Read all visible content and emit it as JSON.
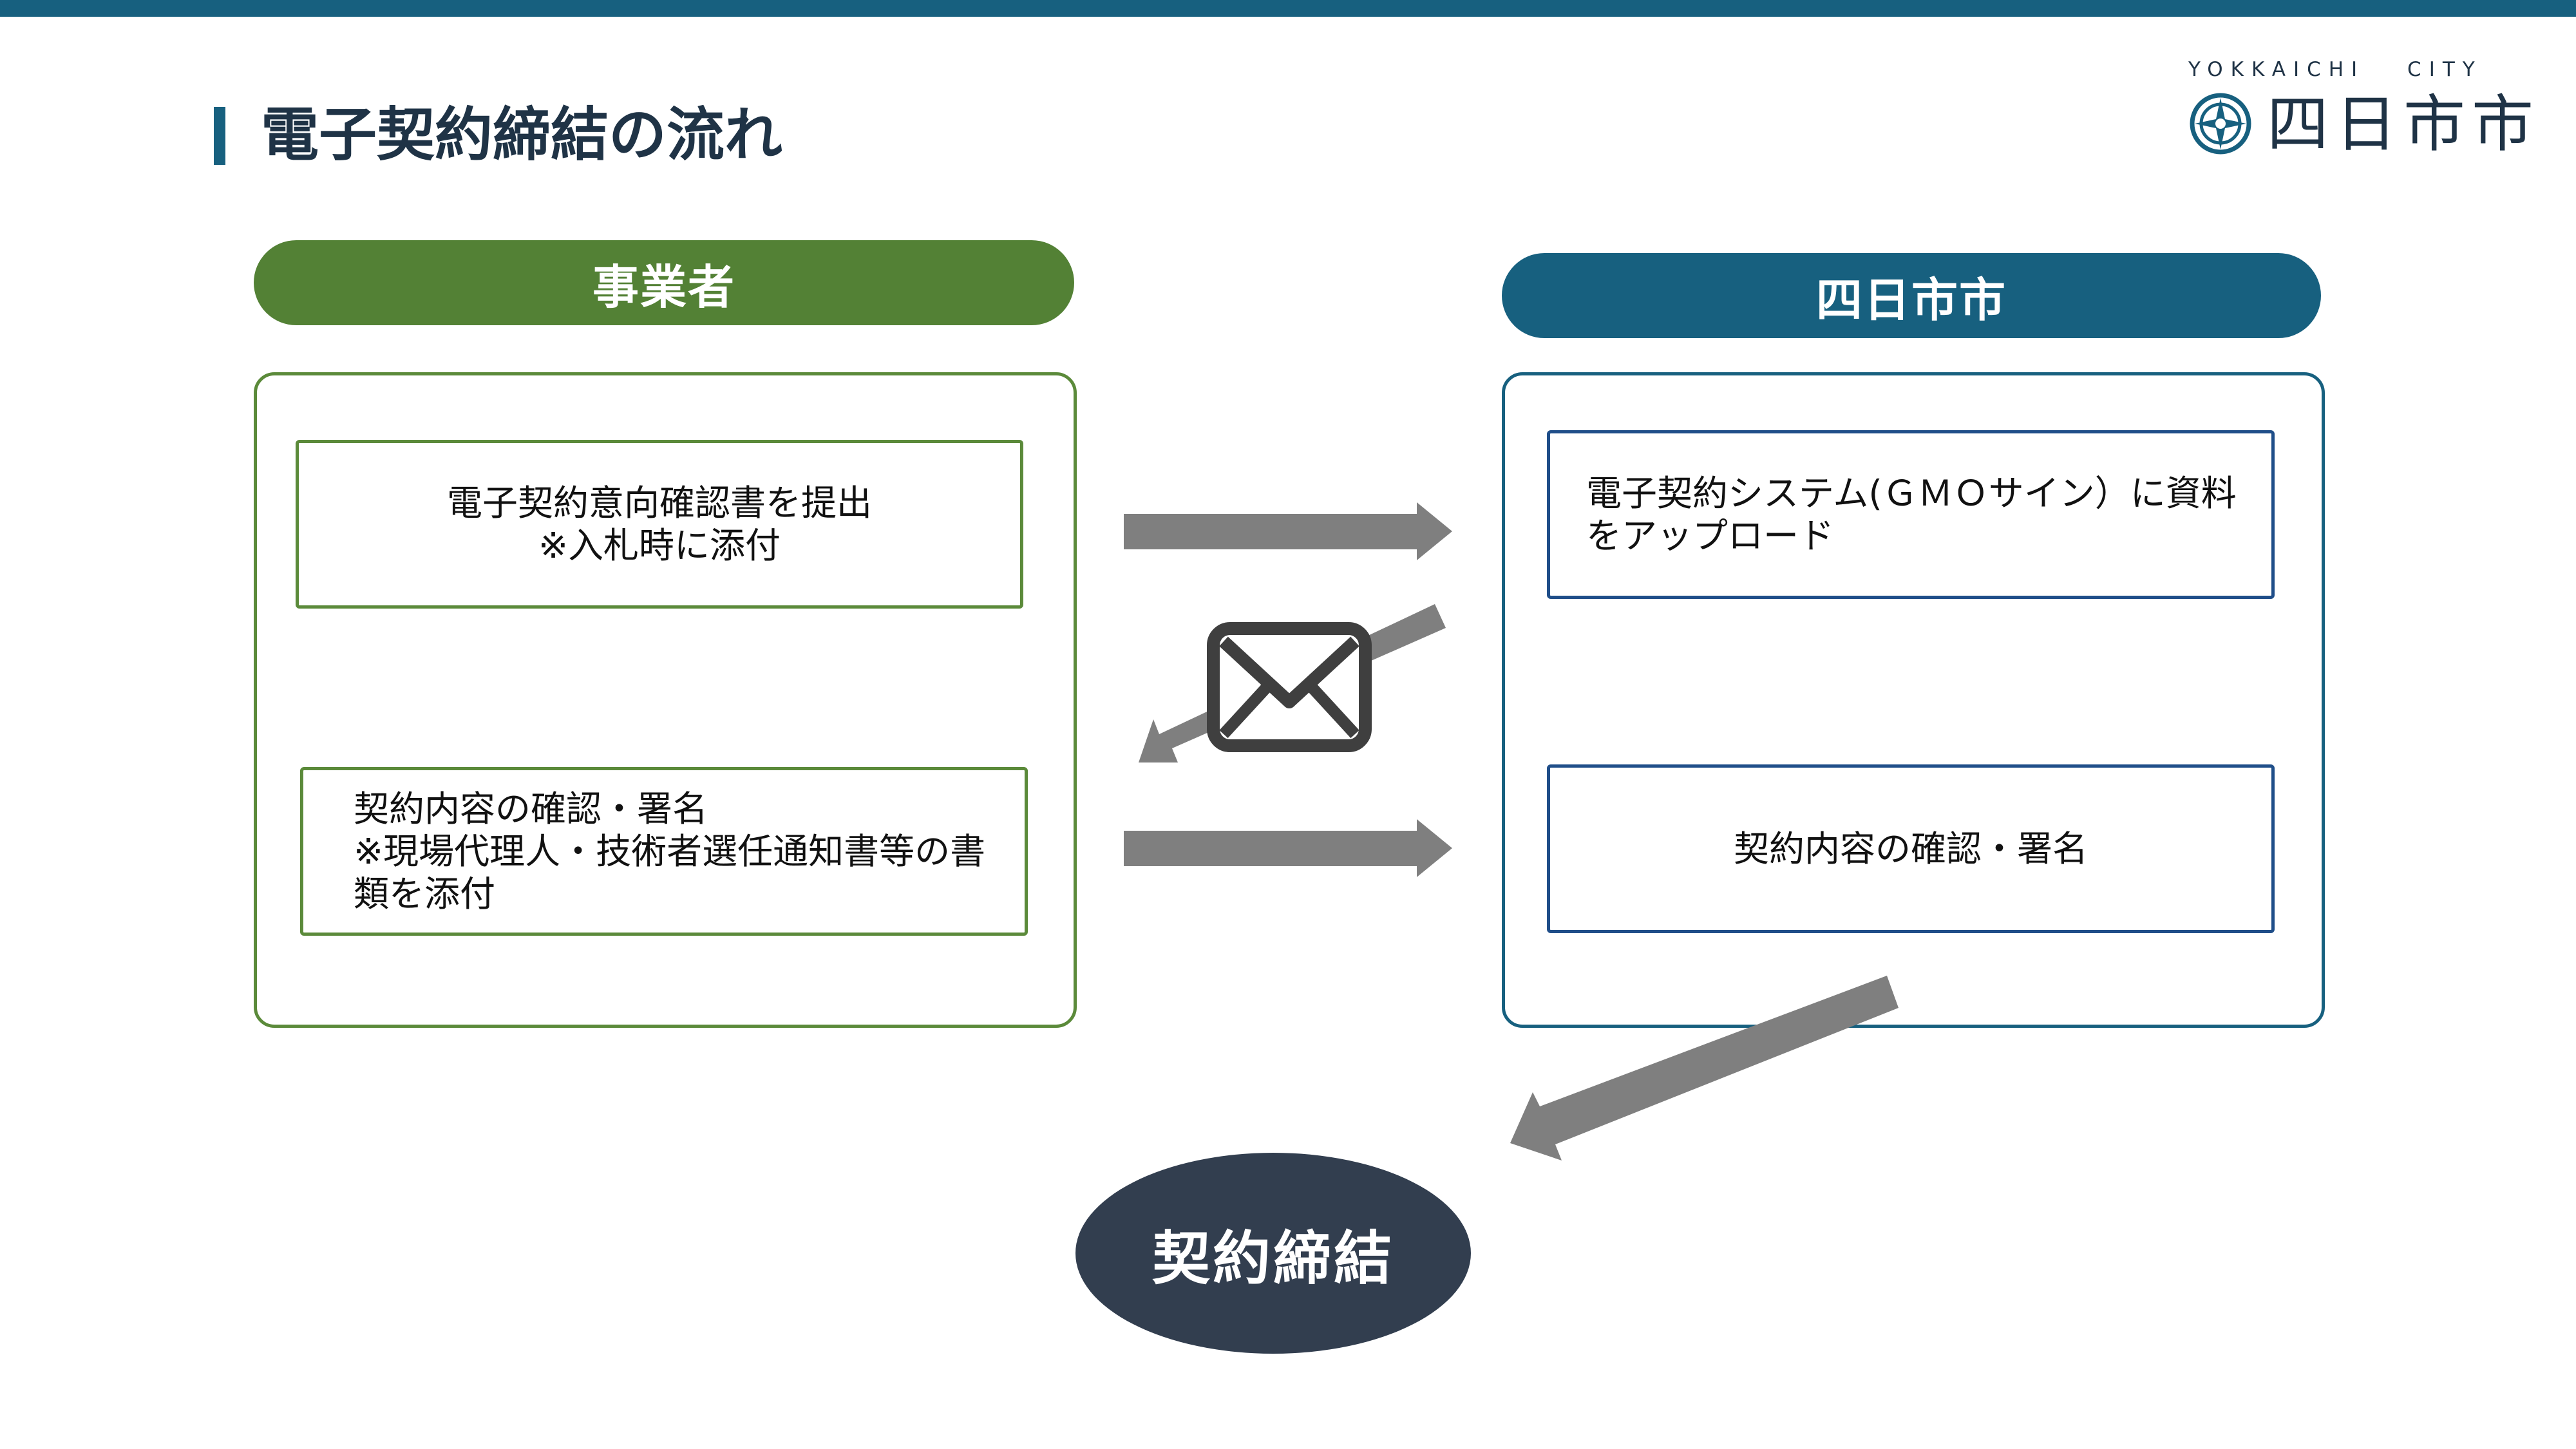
{
  "page": {
    "title": "電子契約締結の流れ"
  },
  "logo": {
    "english": "YOKKAICHI CITY",
    "japanese": "四日市市",
    "emblem_icon": "yokkaichi-city-emblem"
  },
  "lanes": {
    "left": {
      "header": "事業者",
      "steps": [
        {
          "lines": [
            "電子契約意向確認書を提出",
            "※入札時に添付"
          ]
        },
        {
          "lines": [
            "契約内容の確認・署名",
            "※現場代理人・技術者選任通知書等の書",
            "類を添付"
          ]
        }
      ]
    },
    "right": {
      "header": "四日市市",
      "steps": [
        {
          "lines": [
            "電子契約システム(ＧＭＯサイン）に資料",
            "をアップロード"
          ]
        },
        {
          "lines": [
            "契約内容の確認・署名"
          ]
        }
      ]
    }
  },
  "icons": {
    "mail": "envelope-icon",
    "arrow": "arrow-right-icon"
  },
  "result": {
    "label": "契約締結"
  },
  "colors": {
    "top_bar": "#17607f",
    "title_text": "#1f3346",
    "left_accent": "#538135",
    "left_border": "#5b8a3a",
    "right_accent": "#17607f",
    "right_box_border": "#1f4e89",
    "arrow": "#7f7f7f",
    "envelope": "#3f3f3f",
    "result_fill": "#323e4f"
  }
}
